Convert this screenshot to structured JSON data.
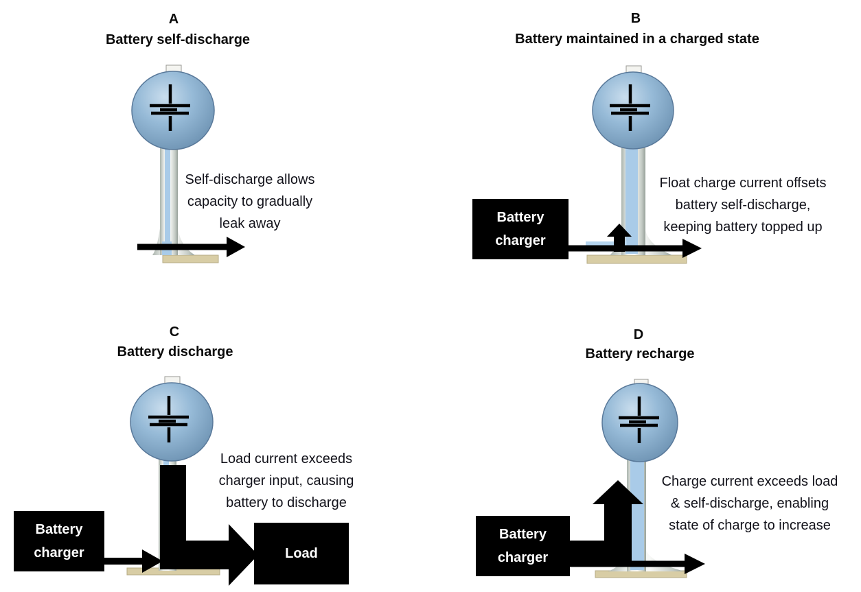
{
  "colors": {
    "background": "#ffffff",
    "balloon_blue": "#8fb4d3",
    "liquid_blue": "#a9cbe8",
    "glass_gray": "#d9ded9",
    "base_tan": "#d8cda5",
    "arrow_black": "#000000",
    "box_background": "#000000",
    "box_text": "#ffffff",
    "text": "#000000"
  },
  "icons": {
    "battery-balloon-icon": "blue balloon reservoir on a glass stem containing a battery cell symbol",
    "flow-arrow-icon": "solid black flow arrow"
  },
  "panels": [
    {
      "letter": "A",
      "title": "Battery self-discharge",
      "caption_lines": [
        "Self-discharge allows",
        "capacity to gradually",
        "leak away"
      ]
    },
    {
      "letter": "B",
      "title": "Battery maintained in a charged state",
      "caption_lines": [
        "Float charge current offsets",
        "battery self-discharge,",
        "keeping battery topped up"
      ],
      "charger_lines": [
        "Battery",
        "charger"
      ]
    },
    {
      "letter": "C",
      "title": "Battery discharge",
      "caption_lines": [
        "Load current exceeds",
        "charger input, causing",
        "battery to discharge"
      ],
      "charger_lines": [
        "Battery",
        "charger"
      ],
      "load_label": "Load"
    },
    {
      "letter": "D",
      "title": "Battery recharge",
      "caption_lines": [
        "Charge current exceeds load",
        "& self-discharge, enabling",
        "state of charge to increase"
      ],
      "charger_lines": [
        "Battery",
        "charger"
      ]
    }
  ]
}
